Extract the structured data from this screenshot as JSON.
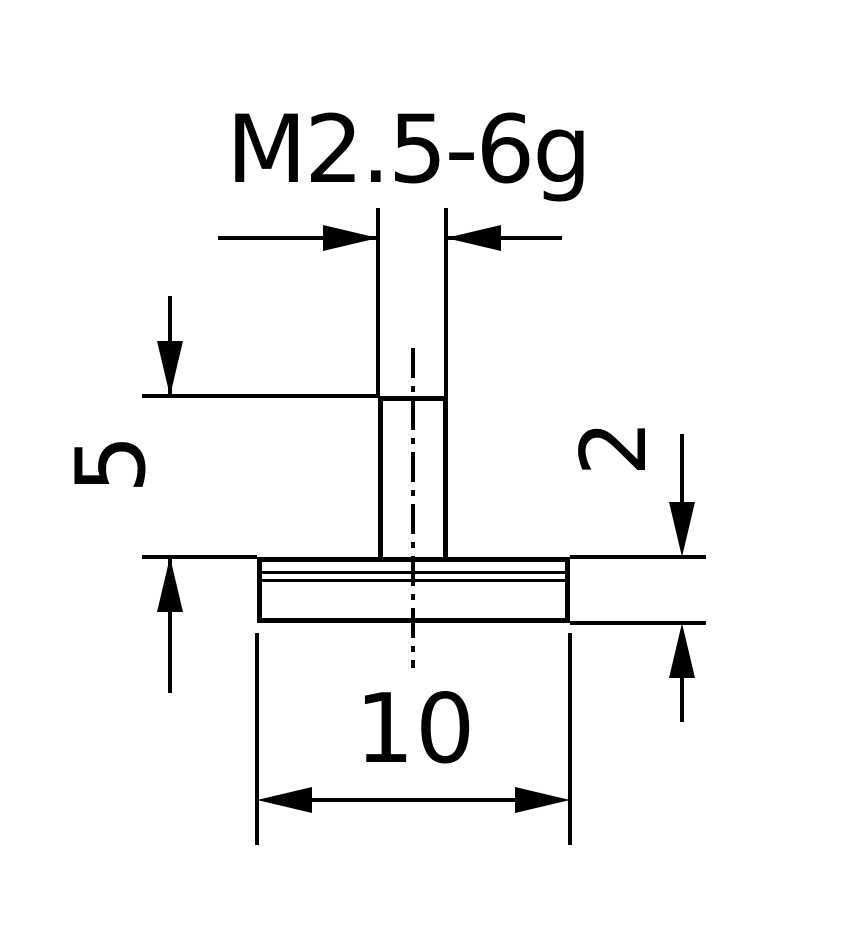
{
  "drawing": {
    "background_color": "#ffffff",
    "line_color": "#000000",
    "labels": {
      "thread_spec": "M2.5-6g",
      "stem_height": "5",
      "disc_thickness": "2",
      "disc_diameter": "10"
    }
  }
}
